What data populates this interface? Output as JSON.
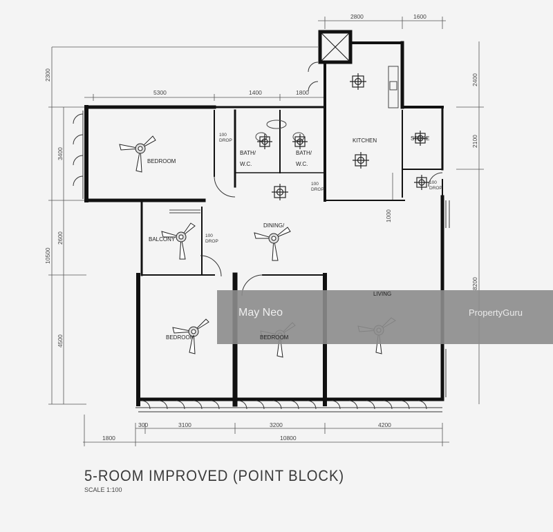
{
  "plan_title": "5-ROOM IMPROVED (POINT BLOCK)",
  "scale_label": "SCALE  1:100",
  "rooms": {
    "master_bedroom": "BEDROOM",
    "bath_1": "BATH/",
    "bath_1_wc": "W.C.",
    "bath_2": "BATH/",
    "bath_2_wc": "W.C.",
    "kitchen": "KITCHEN",
    "store": "STORE",
    "balcony": "BALCONY",
    "dining": "DINING/",
    "living": "LIVING",
    "bedroom_2": "BEDROOM",
    "bedroom_3": "BEDROOM"
  },
  "drop_note": {
    "value": "100",
    "label": "DROP"
  },
  "dimensions": {
    "top_2800": "2800",
    "top_1600": "1600",
    "top_5300": "5300",
    "top_1400": "1400",
    "top_1800": "1800",
    "left_2300": "2300",
    "left_3400": "3400",
    "left_10500": "10500",
    "left_2600": "2600",
    "left_4500": "4500",
    "right_2400": "2400",
    "right_2100": "2100",
    "right_8200": "8200",
    "kitchen_1000": "1000",
    "bottom_300": "300",
    "bottom_3100": "3100",
    "bottom_3200": "3200",
    "bottom_4200": "4200",
    "bottom_1800": "1800",
    "bottom_10800": "10800"
  },
  "watermark": {
    "name": "May Neo",
    "brand": "PropertyGuru"
  },
  "colors": {
    "wall": "#111111",
    "line": "#555555",
    "watermark_band": "#8c8c8c",
    "background": "#f4f4f4"
  }
}
